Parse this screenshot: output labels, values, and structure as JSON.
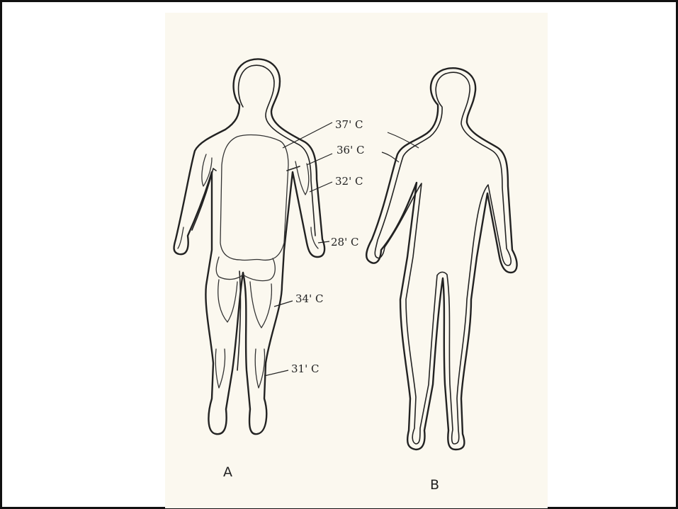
{
  "figure": {
    "panel_labels": {
      "a": "A",
      "b": "B"
    },
    "temperature_labels": {
      "t37": "37' C",
      "t36": "36' C",
      "t32": "32' C",
      "t28": "28' C",
      "t34": "34' C",
      "t31": "31' C"
    }
  },
  "colors": {
    "paper": "#fbf8ef",
    "ink": "#222222",
    "frame": "#111111"
  }
}
